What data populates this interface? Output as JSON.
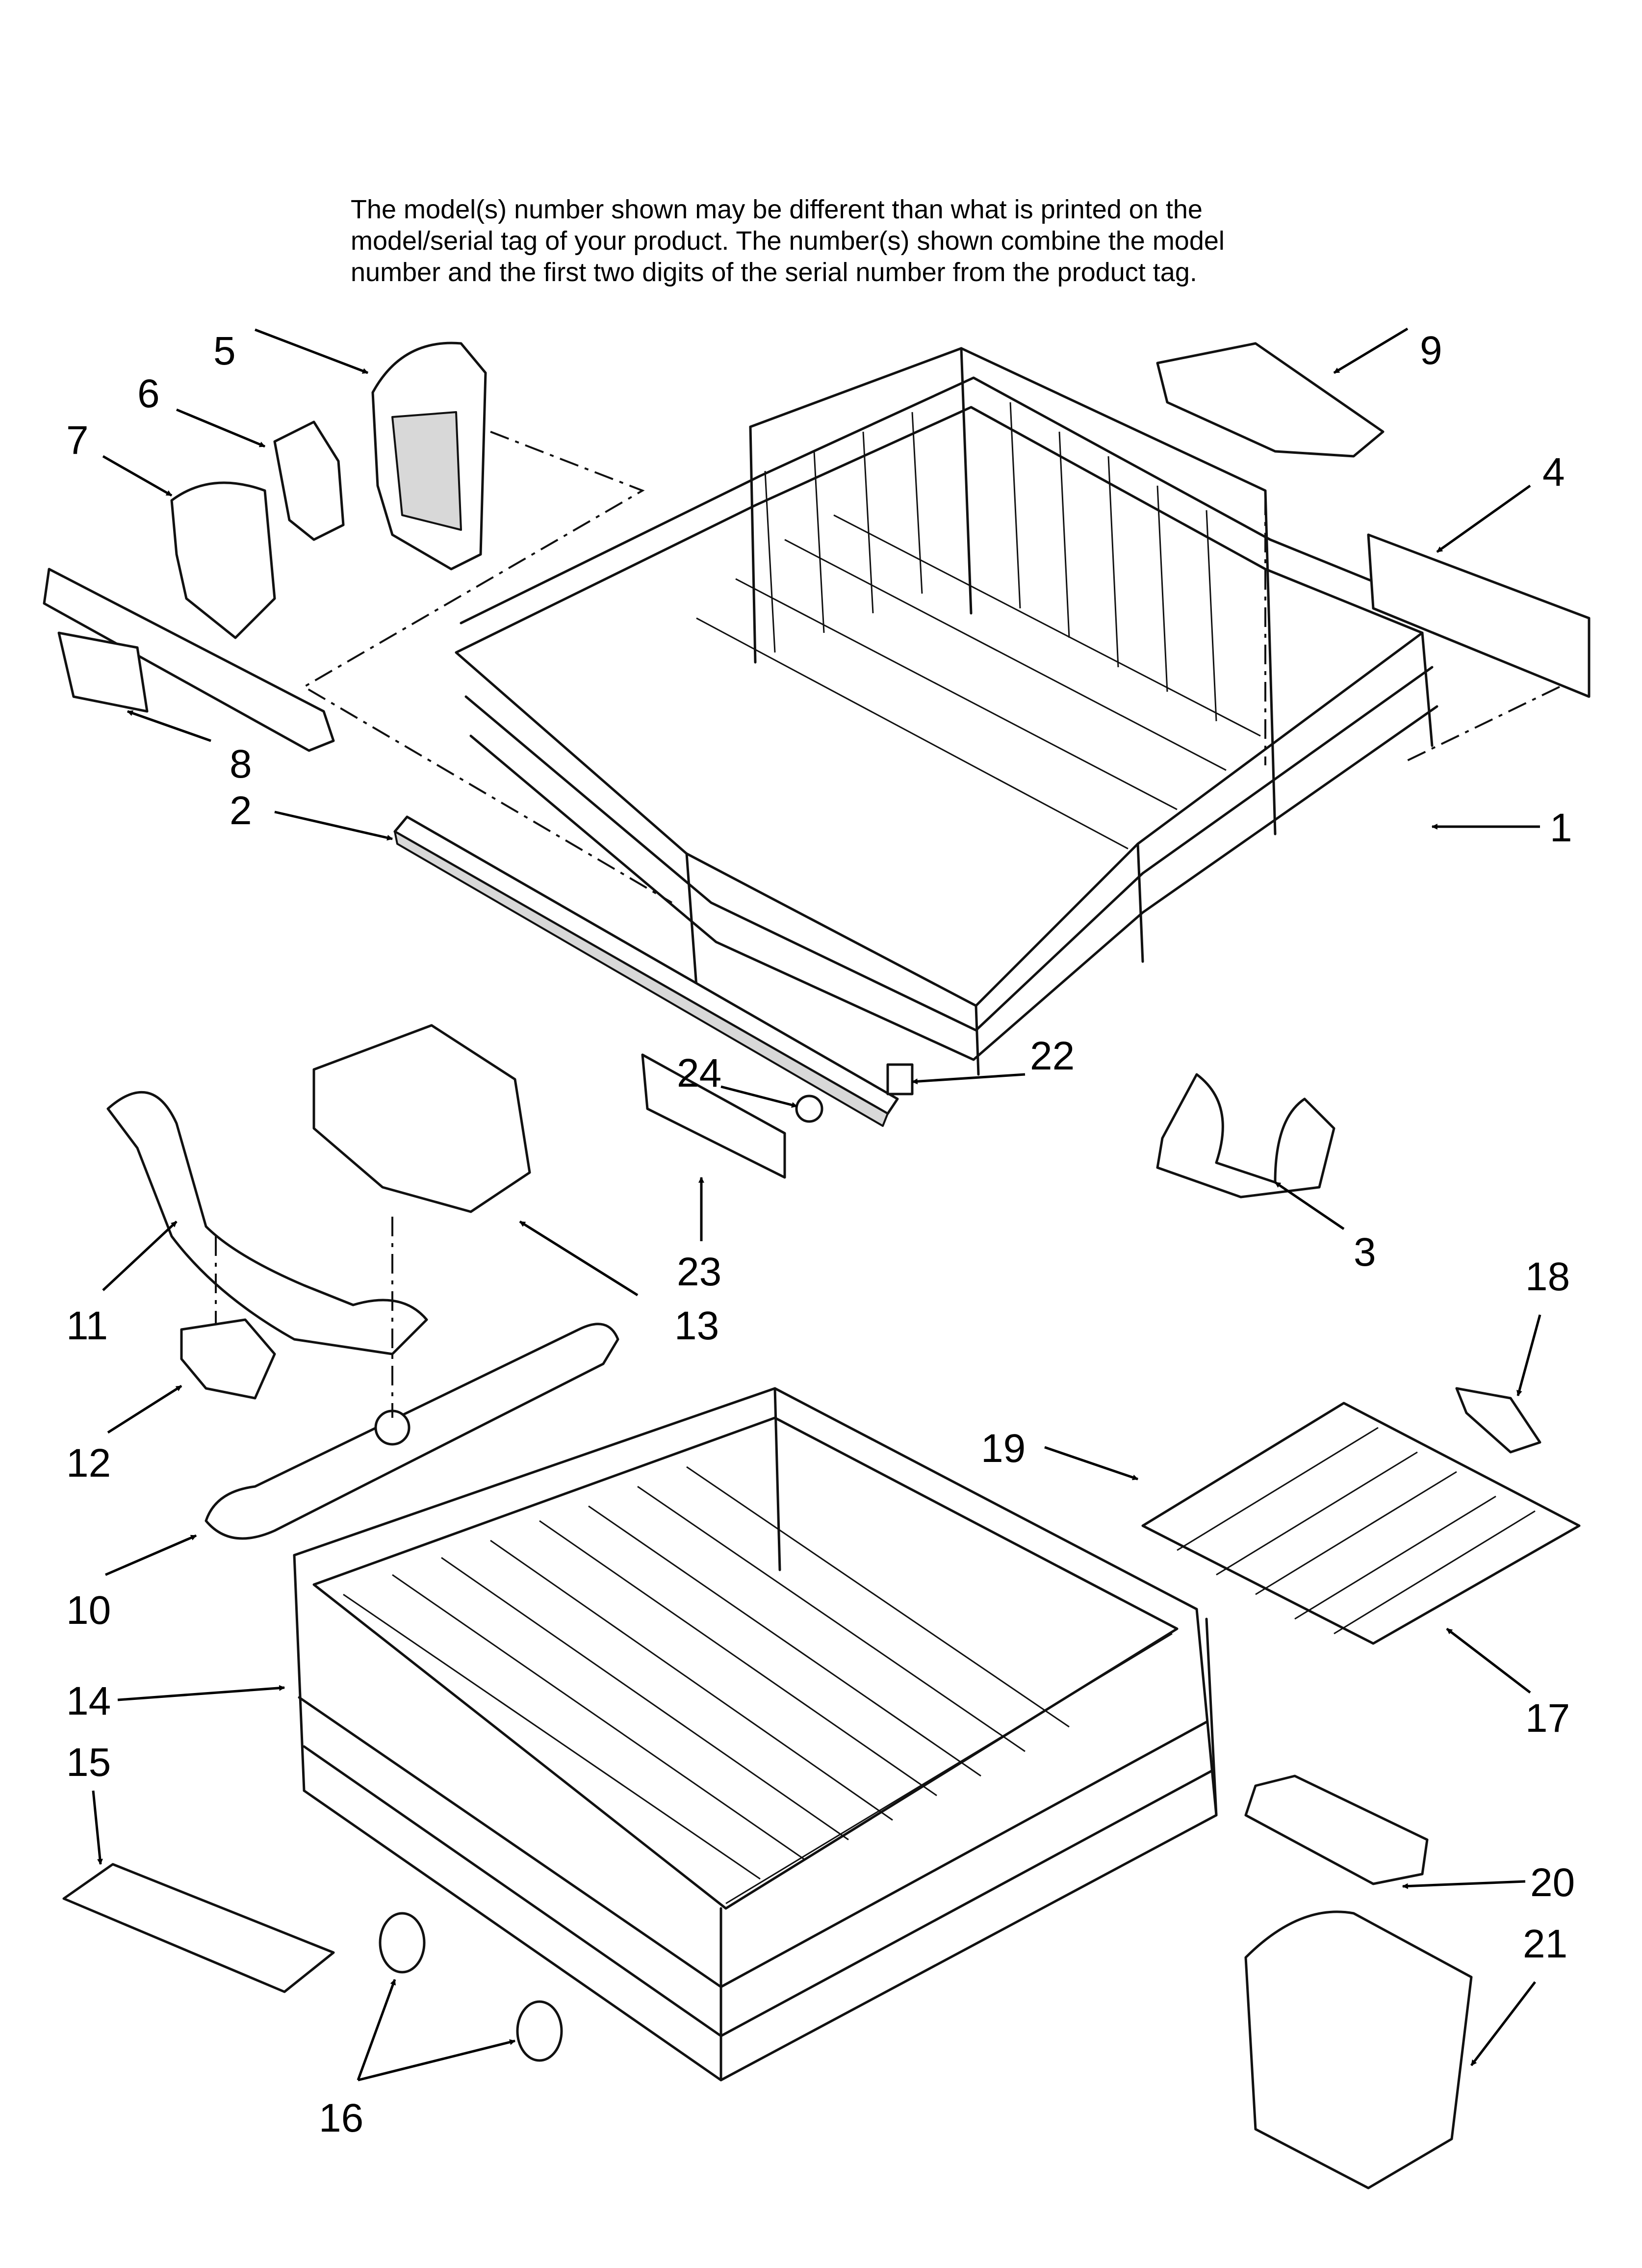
{
  "note": {
    "lines": [
      "The model(s) number shown may be different than what is printed on the",
      "model/serial tag of your product. The number(s) shown combine the model",
      "number and the first two digits of the serial number from the product tag."
    ]
  },
  "callouts": [
    {
      "id": "1",
      "label": "1"
    },
    {
      "id": "2",
      "label": "2"
    },
    {
      "id": "3",
      "label": "3"
    },
    {
      "id": "4",
      "label": "4"
    },
    {
      "id": "5",
      "label": "5"
    },
    {
      "id": "6",
      "label": "6"
    },
    {
      "id": "7",
      "label": "7"
    },
    {
      "id": "8",
      "label": "8"
    },
    {
      "id": "9",
      "label": "9"
    },
    {
      "id": "10",
      "label": "10"
    },
    {
      "id": "11",
      "label": "11"
    },
    {
      "id": "12",
      "label": "12"
    },
    {
      "id": "13",
      "label": "13"
    },
    {
      "id": "14",
      "label": "14"
    },
    {
      "id": "15",
      "label": "15"
    },
    {
      "id": "16",
      "label": "16"
    },
    {
      "id": "17",
      "label": "17"
    },
    {
      "id": "18",
      "label": "18"
    },
    {
      "id": "19",
      "label": "19"
    },
    {
      "id": "20",
      "label": "20"
    },
    {
      "id": "21",
      "label": "21"
    },
    {
      "id": "22",
      "label": "22"
    },
    {
      "id": "23",
      "label": "23"
    },
    {
      "id": "24",
      "label": "24"
    }
  ]
}
